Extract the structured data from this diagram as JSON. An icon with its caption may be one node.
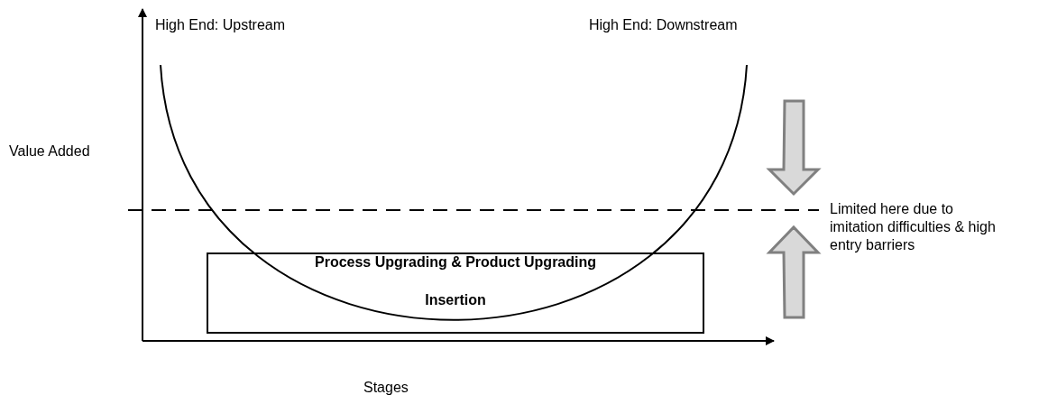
{
  "diagram": {
    "nodes": [
      {
        "text": [
          "Process Upgrading & Product Upgrading",
          "Insertion"
        ]
      }
    ],
    "labels": [
      "High End: Upstream",
      "High End: Downstream",
      "Value Added",
      "Limited here due to imitation difficulties & high entry barriers",
      "Stages"
    ]
  }
}
